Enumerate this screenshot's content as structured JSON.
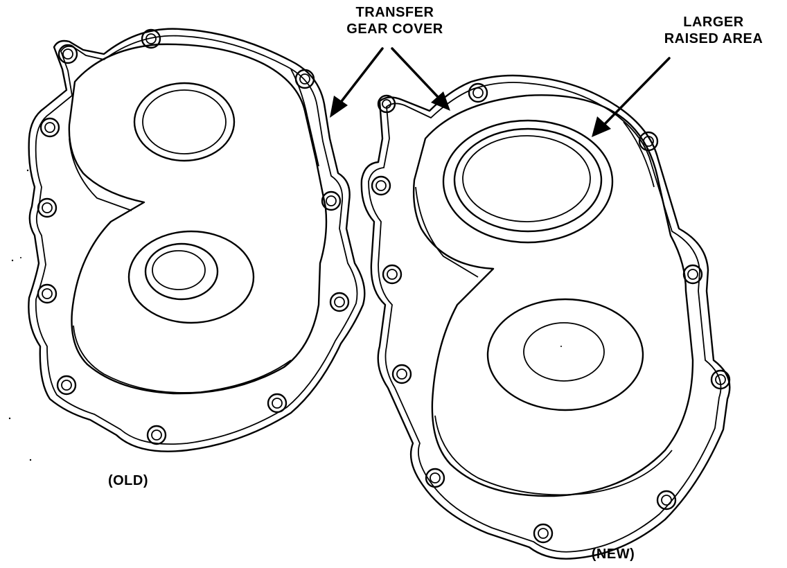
{
  "labels": {
    "transfer_line1": "TRANSFER",
    "transfer_line2": "GEAR COVER",
    "larger_line1": "LARGER",
    "larger_line2": "RAISED AREA",
    "old": "(OLD)",
    "new": "(NEW)"
  },
  "colors": {
    "ink": "#000000",
    "paper": "#ffffff"
  }
}
